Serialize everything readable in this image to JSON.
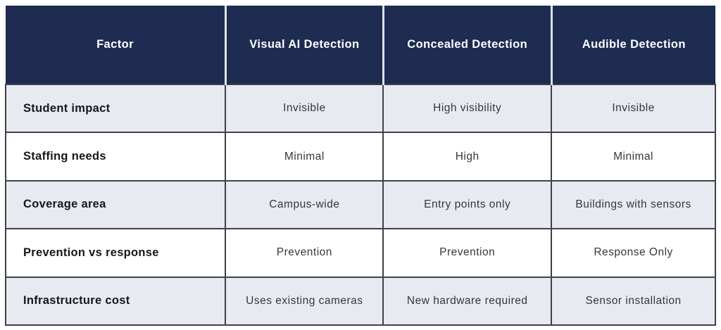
{
  "chart_data": {
    "type": "table",
    "title": "",
    "columns": [
      "Factor",
      "Visual AI Detection",
      "Concealed Detection",
      "Audible Detection"
    ],
    "rows": [
      [
        "Student impact",
        "Invisible",
        "High visibility",
        "Invisible"
      ],
      [
        "Staffing needs",
        "Minimal",
        "High",
        "Minimal"
      ],
      [
        "Coverage area",
        "Campus-wide",
        "Entry points only",
        "Buildings with sensors"
      ],
      [
        "Prevention vs response",
        "Prevention",
        "Prevention",
        "Response Only"
      ],
      [
        "Infrastructure cost",
        "Uses existing cameras",
        "New hardware required",
        "Sensor installation"
      ]
    ]
  },
  "table": {
    "headers": [
      {
        "label": "Factor"
      },
      {
        "label": "Visual AI Detection"
      },
      {
        "label": "Concealed Detection"
      },
      {
        "label": "Audible Detection"
      }
    ],
    "rows": [
      {
        "factor": "Student impact",
        "values": [
          "Invisible",
          "High visibility",
          "Invisible"
        ]
      },
      {
        "factor": "Staffing needs",
        "values": [
          "Minimal",
          "High",
          "Minimal"
        ]
      },
      {
        "factor": "Coverage area",
        "values": [
          "Campus-wide",
          "Entry points only",
          "Buildings with sensors"
        ]
      },
      {
        "factor": "Prevention vs response",
        "values": [
          "Prevention",
          "Prevention",
          "Response Only"
        ]
      },
      {
        "factor": "Infrastructure cost",
        "values": [
          "Uses existing cameras",
          "New hardware required",
          "Sensor installation"
        ]
      }
    ],
    "colors": {
      "header_bg": "#1d2c50",
      "header_text": "#ffffff",
      "header_divider": "#dde1ea",
      "row_alt_bg": "#e8eaf1",
      "row_bg": "#ffffff",
      "cell_border": "#3d4148",
      "body_text": "#33373d",
      "factor_text": "#15171b"
    }
  }
}
